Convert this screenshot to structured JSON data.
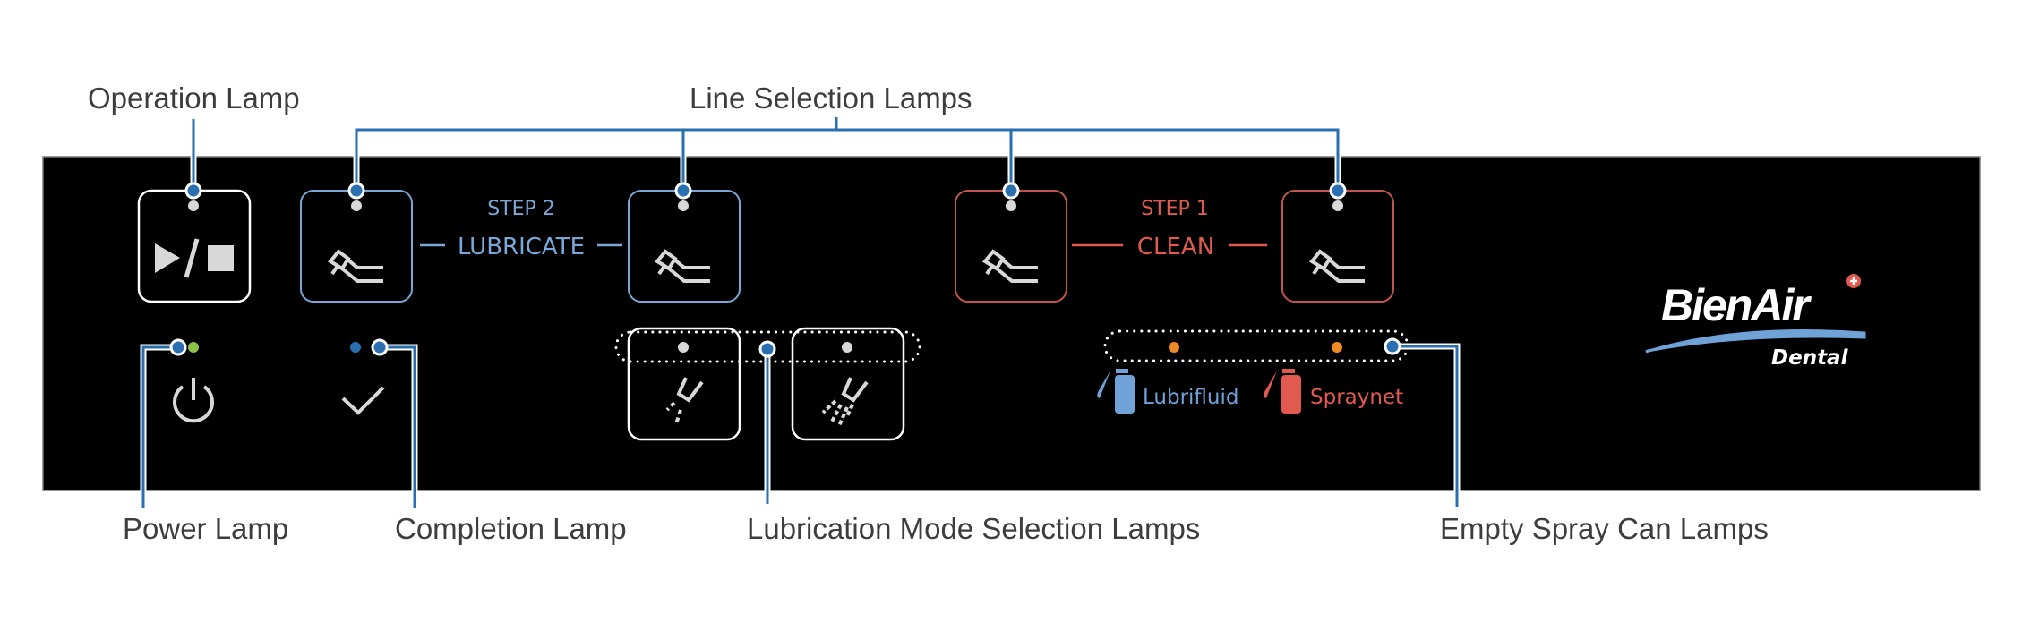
{
  "callouts": {
    "operation_lamp": "Operation Lamp",
    "line_selection_lamps": "Line Selection Lamps",
    "power_lamp": "Power Lamp",
    "completion_lamp": "Completion Lamp",
    "lubrication_mode_selection_lamps": "Lubrication Mode Selection Lamps",
    "empty_spray_can_lamps": "Empty Spray Can Lamps"
  },
  "panel": {
    "step2": {
      "step_label": "STEP 2",
      "action_label": "LUBRICATE",
      "color": "#7aa7d6"
    },
    "step1": {
      "step_label": "STEP 1",
      "action_label": "CLEAN",
      "color": "#e05a4f"
    },
    "operation_button": {
      "icon": "play-stop-icon"
    },
    "line_buttons": [
      {
        "line": 1,
        "step": "lubricate",
        "icon": "handpiece-icon"
      },
      {
        "line": 2,
        "step": "lubricate",
        "icon": "handpiece-icon"
      },
      {
        "line": 1,
        "step": "clean",
        "icon": "handpiece-icon"
      },
      {
        "line": 2,
        "step": "clean",
        "icon": "handpiece-icon"
      }
    ],
    "lube_mode_buttons": [
      {
        "icon": "spray-light-icon"
      },
      {
        "icon": "spray-heavy-icon"
      }
    ],
    "power": {
      "icon": "power-icon",
      "lamp_color": "#8bc34a"
    },
    "completion": {
      "icon": "check-icon",
      "lamp_color": "#2a6fb0"
    },
    "spray_cans": [
      {
        "label": "Lubrifluid",
        "color": "#6fa3d8",
        "lamp_color": "#f08a24"
      },
      {
        "label": "Spraynet",
        "color": "#e05a4f",
        "lamp_color": "#f08a24"
      }
    ],
    "logo": {
      "brand": "BienAir",
      "sub": "Dental",
      "swoosh_color": "#6fa3d8",
      "badge_color": "#e05a4f"
    }
  },
  "colors": {
    "callout_line": "#2a6fb0",
    "lamp_off": "#d8d8d8",
    "panel_bg": "#000000",
    "button_border_white": "#ffffff"
  }
}
